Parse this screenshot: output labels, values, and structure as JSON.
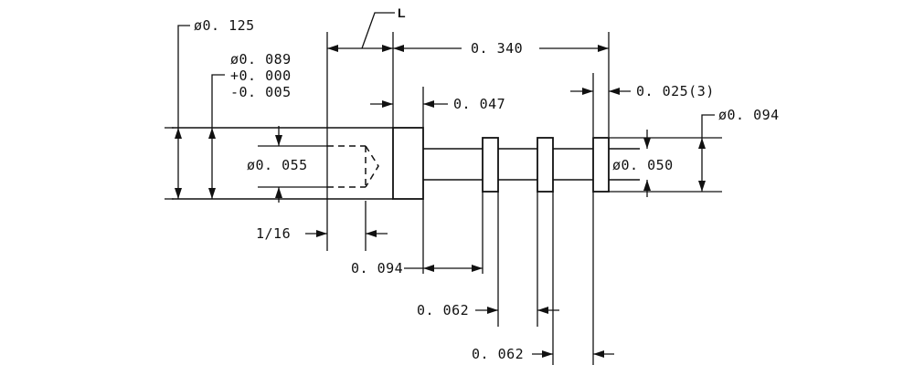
{
  "dimensions": {
    "overall_length": "0. 340",
    "dia_head": "ø0. 125",
    "dia_bore": "ø0. 089",
    "tol_plus": "+0. 000",
    "tol_minus": "-0. 005",
    "head_width": "0. 047",
    "collar_width": "0. 025(3)",
    "dia_collar": "ø0. 094",
    "dia_inner": "ø0. 055",
    "dia_shaft": "ø0. 050",
    "drill_depth": "1/16",
    "to_first_collar": "0. 094",
    "collar_pitch_1": "0. 062",
    "collar_pitch_2": "0. 062"
  },
  "labels": {
    "length_callout": "L"
  }
}
